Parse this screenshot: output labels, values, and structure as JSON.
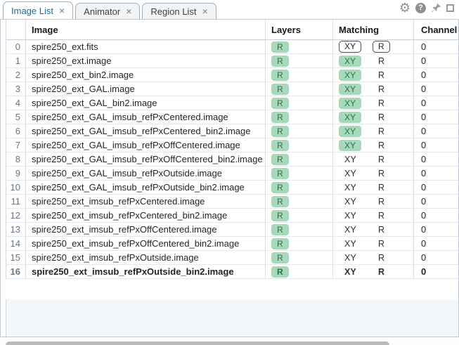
{
  "tabs": [
    {
      "label": "Image List",
      "active": true
    },
    {
      "label": "Animator",
      "active": false
    },
    {
      "label": "Region List",
      "active": false
    }
  ],
  "tab_close_symbol": "×",
  "window_controls": {
    "gear_glyph": "⚙",
    "help_glyph": "?"
  },
  "colors": {
    "active_tab_text": "#186fa8",
    "badge_background": "#a9d7ba",
    "badge_text": "#1f7a46",
    "empty_area": "#f3f6fa"
  },
  "table": {
    "columns": {
      "index": "",
      "image": "Image",
      "layers": "Layers",
      "matching": "Matching",
      "channel": "Channel"
    },
    "rows": [
      {
        "index": "0",
        "image": "spire250_ext.fits",
        "layers": "R",
        "matching_xy": "XY",
        "xy_style": "outline",
        "matching_r": "R",
        "r_style": "outline",
        "channel": "0",
        "bold": false
      },
      {
        "index": "1",
        "image": "spire250_ext.image",
        "layers": "R",
        "matching_xy": "XY",
        "xy_style": "badge",
        "matching_r": "R",
        "r_style": "plain",
        "channel": "0",
        "bold": false
      },
      {
        "index": "2",
        "image": "spire250_ext_bin2.image",
        "layers": "R",
        "matching_xy": "XY",
        "xy_style": "badge",
        "matching_r": "R",
        "r_style": "plain",
        "channel": "0",
        "bold": false
      },
      {
        "index": "3",
        "image": "spire250_ext_GAL.image",
        "layers": "R",
        "matching_xy": "XY",
        "xy_style": "badge",
        "matching_r": "R",
        "r_style": "plain",
        "channel": "0",
        "bold": false
      },
      {
        "index": "4",
        "image": "spire250_ext_GAL_bin2.image",
        "layers": "R",
        "matching_xy": "XY",
        "xy_style": "badge",
        "matching_r": "R",
        "r_style": "plain",
        "channel": "0",
        "bold": false
      },
      {
        "index": "5",
        "image": "spire250_ext_GAL_imsub_refPxCentered.image",
        "layers": "R",
        "matching_xy": "XY",
        "xy_style": "badge",
        "matching_r": "R",
        "r_style": "plain",
        "channel": "0",
        "bold": false
      },
      {
        "index": "6",
        "image": "spire250_ext_GAL_imsub_refPxCentered_bin2.image",
        "layers": "R",
        "matching_xy": "XY",
        "xy_style": "badge",
        "matching_r": "R",
        "r_style": "plain",
        "channel": "0",
        "bold": false
      },
      {
        "index": "7",
        "image": "spire250_ext_GAL_imsub_refPxOffCentered.image",
        "layers": "R",
        "matching_xy": "XY",
        "xy_style": "badge",
        "matching_r": "R",
        "r_style": "plain",
        "channel": "0",
        "bold": false
      },
      {
        "index": "8",
        "image": "spire250_ext_GAL_imsub_refPxOffCentered_bin2.image",
        "layers": "R",
        "matching_xy": "XY",
        "xy_style": "plain",
        "matching_r": "R",
        "r_style": "plain",
        "channel": "0",
        "bold": false
      },
      {
        "index": "9",
        "image": "spire250_ext_GAL_imsub_refPxOutside.image",
        "layers": "R",
        "matching_xy": "XY",
        "xy_style": "plain",
        "matching_r": "R",
        "r_style": "plain",
        "channel": "0",
        "bold": false
      },
      {
        "index": "10",
        "image": "spire250_ext_GAL_imsub_refPxOutside_bin2.image",
        "layers": "R",
        "matching_xy": "XY",
        "xy_style": "plain",
        "matching_r": "R",
        "r_style": "plain",
        "channel": "0",
        "bold": false
      },
      {
        "index": "11",
        "image": "spire250_ext_imsub_refPxCentered.image",
        "layers": "R",
        "matching_xy": "XY",
        "xy_style": "plain",
        "matching_r": "R",
        "r_style": "plain",
        "channel": "0",
        "bold": false
      },
      {
        "index": "12",
        "image": "spire250_ext_imsub_refPxCentered_bin2.image",
        "layers": "R",
        "matching_xy": "XY",
        "xy_style": "plain",
        "matching_r": "R",
        "r_style": "plain",
        "channel": "0",
        "bold": false
      },
      {
        "index": "13",
        "image": "spire250_ext_imsub_refPxOffCentered.image",
        "layers": "R",
        "matching_xy": "XY",
        "xy_style": "plain",
        "matching_r": "R",
        "r_style": "plain",
        "channel": "0",
        "bold": false
      },
      {
        "index": "14",
        "image": "spire250_ext_imsub_refPxOffCentered_bin2.image",
        "layers": "R",
        "matching_xy": "XY",
        "xy_style": "plain",
        "matching_r": "R",
        "r_style": "plain",
        "channel": "0",
        "bold": false
      },
      {
        "index": "15",
        "image": "spire250_ext_imsub_refPxOutside.image",
        "layers": "R",
        "matching_xy": "XY",
        "xy_style": "plain",
        "matching_r": "R",
        "r_style": "plain",
        "channel": "0",
        "bold": false
      },
      {
        "index": "16",
        "image": "spire250_ext_imsub_refPxOutside_bin2.image",
        "layers": "R",
        "matching_xy": "XY",
        "xy_style": "plain",
        "matching_r": "R",
        "r_style": "plain",
        "channel": "0",
        "bold": true
      }
    ]
  }
}
